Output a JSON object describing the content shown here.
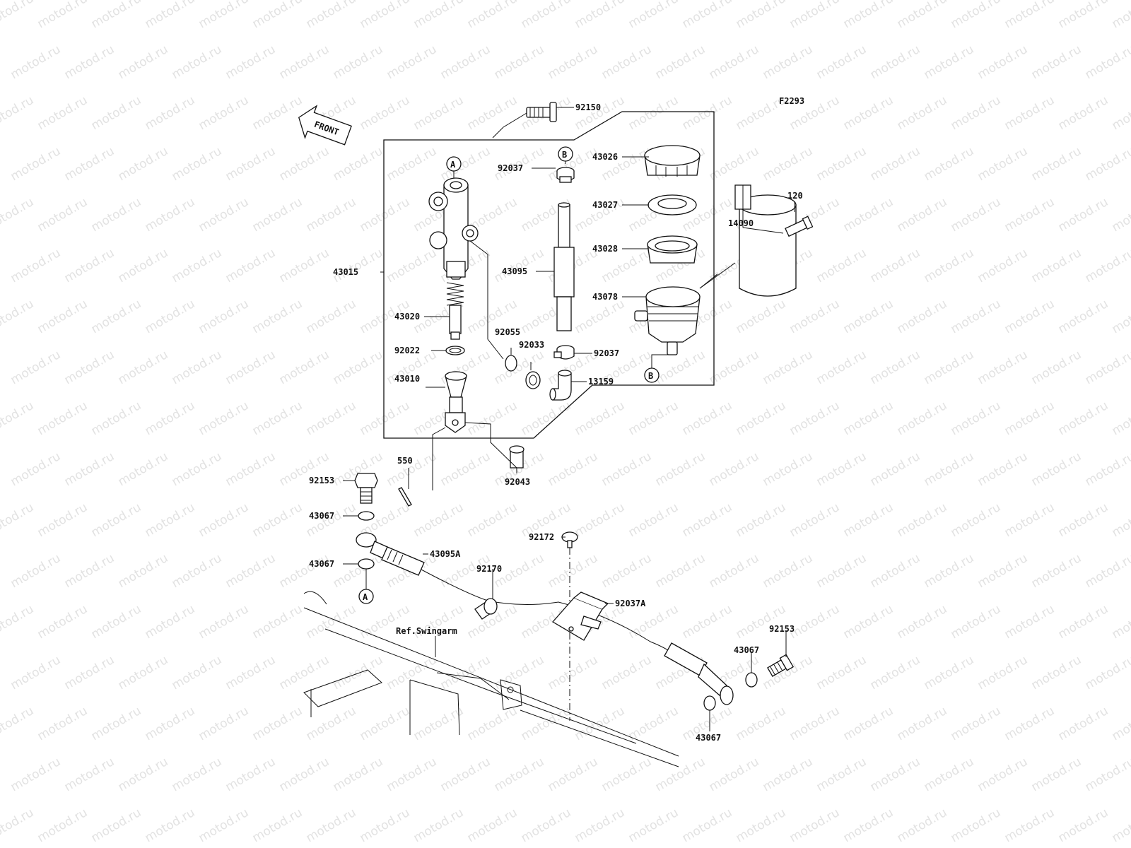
{
  "diagram": {
    "figure_code": "F2293",
    "watermark": "motod.ru",
    "front_label": "FRONT",
    "ref_label": "Ref.Swingarm",
    "markers": {
      "a": "A",
      "b": "B"
    },
    "labels": {
      "p92150": "92150",
      "p43026": "43026",
      "p92037_top": "92037",
      "p43027": "43027",
      "p120": "120",
      "p14090": "14090",
      "p43028": "43028",
      "p43015": "43015",
      "p43095": "43095",
      "p43078": "43078",
      "p43020": "43020",
      "p92055": "92055",
      "p92033": "92033",
      "p92037_mid": "92037",
      "p92022": "92022",
      "p43010": "43010",
      "p13159": "13159",
      "p550": "550",
      "p92153_left": "92153",
      "p92043": "92043",
      "p43067_a": "43067",
      "p92172": "92172",
      "p43095A": "43095A",
      "p43067_b": "43067",
      "p92170": "92170",
      "p92037A": "92037A",
      "p92153_right": "92153",
      "p43067_c": "43067",
      "p43067_d": "43067"
    }
  }
}
